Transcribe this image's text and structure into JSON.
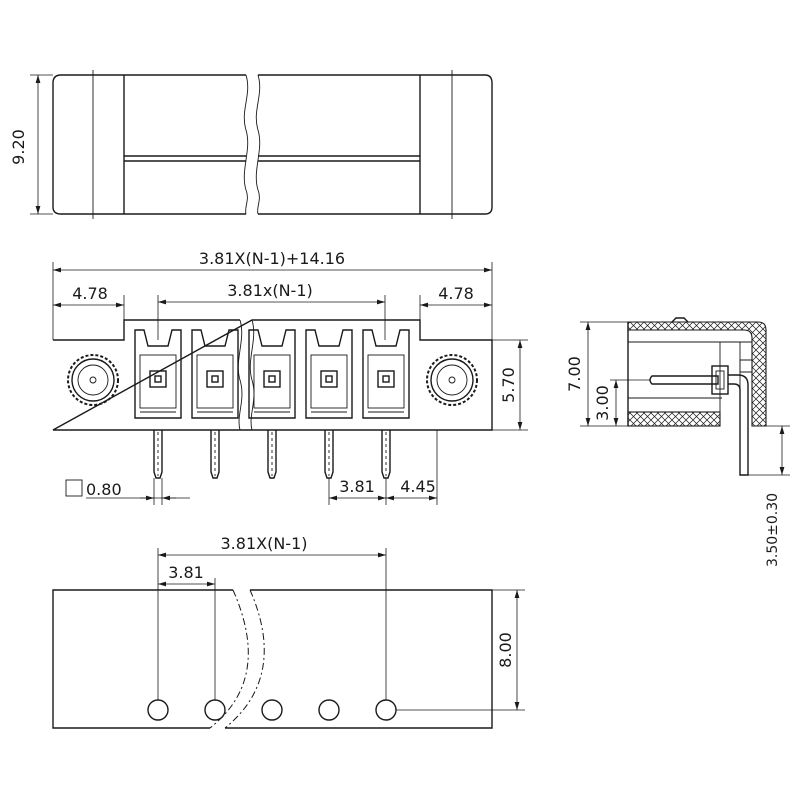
{
  "top_view": {
    "height_label": "9.20"
  },
  "front_view": {
    "overall_length_label": "3.81X(N-1)+14.16",
    "pitch_span_label": "3.81x(N-1)",
    "left_end_label": "4.78",
    "right_end_label": "4.78",
    "height_label": "5.70",
    "pin_size_label": "0.80",
    "pitch_label": "3.81",
    "pin_to_end_label": "4.45"
  },
  "side_view": {
    "overall_height_label": "7.00",
    "pin_height_label": "3.00",
    "pin_length_label": "3.50±0.30"
  },
  "pcb_layout": {
    "pitch_span_label": "3.81X(N-1)",
    "pitch_label": "3.81",
    "depth_label": "8.00"
  }
}
